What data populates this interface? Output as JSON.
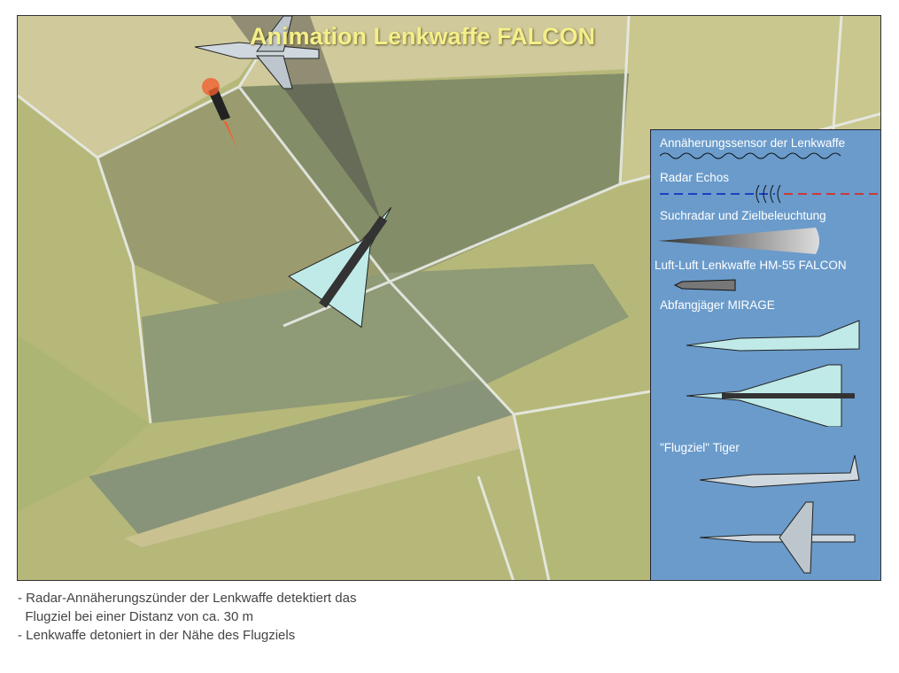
{
  "title": "Animation Lenkwaffe FALCON",
  "legend": {
    "items": [
      {
        "label": "Annäherungssensor der Lenkwaffe",
        "icon": "wavy-line-icon"
      },
      {
        "label": "Radar Echos",
        "icon": "radar-echo-icon"
      },
      {
        "label": "Suchradar und Zielbeleuchtung",
        "icon": "radar-beam-icon"
      },
      {
        "label": "Luft-Luft Lenkwaffe HM-55 FALCON",
        "icon": "missile-icon"
      },
      {
        "label": "Abfangjäger MIRAGE",
        "icon": "mirage-jet-icon"
      },
      {
        "label": "\"Flugziel\" Tiger",
        "icon": "tiger-jet-icon"
      }
    ],
    "colors": {
      "background": "#6a9bcb",
      "echo_out": "#1f3fc0",
      "echo_back": "#c83a3a"
    }
  },
  "notes": [
    "- Radar-Annäherungszünder der Lenkwaffe detektiert das",
    "  Flugziel bei einer Distanz von ca. 30 m",
    "- Lenkwaffe detoniert in der Nähe des Flugziels"
  ]
}
